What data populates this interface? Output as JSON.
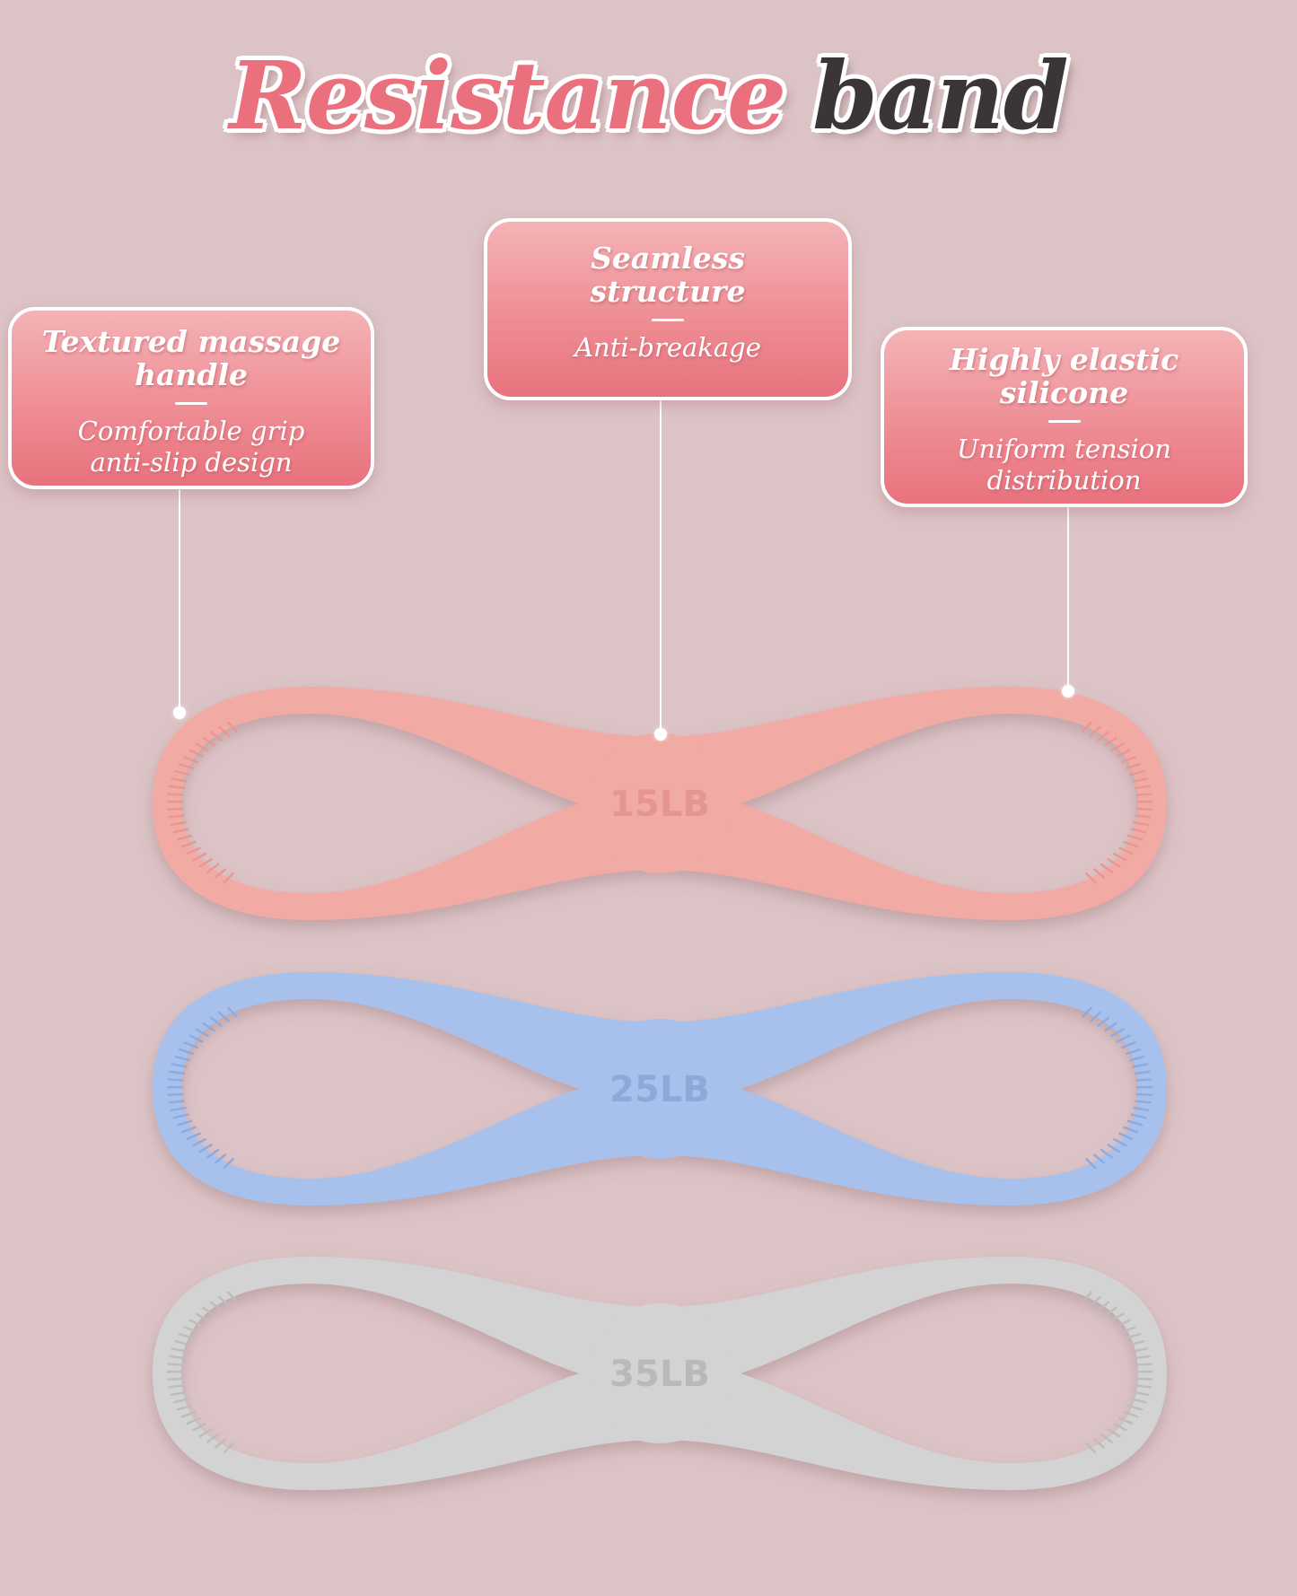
{
  "title": {
    "word1": "Resistance",
    "word2": "band"
  },
  "callouts": {
    "left": {
      "heading_line1": "Textured massage",
      "heading_line2": "handle",
      "sub_line1": "Comfortable grip",
      "sub_line2": "anti-slip design"
    },
    "middle": {
      "heading_line1": "Seamless",
      "heading_line2": "structure",
      "sub_line1": "Anti-breakage"
    },
    "right": {
      "heading_line1": "Highly elastic",
      "heading_line2": "silicone",
      "sub_line1": "Uniform tension",
      "sub_line2": "distribution"
    }
  },
  "bands": [
    {
      "label": "15LB",
      "color": "#f2aaa5",
      "texture": "#e89891",
      "text_color": "#e59690"
    },
    {
      "label": "25LB",
      "color": "#a8c0ec",
      "texture": "#8eaae0",
      "text_color": "#8fa8d8"
    },
    {
      "label": "35LB",
      "color": "#d3d3d3",
      "texture": "#bdbdbd",
      "text_color": "#b9b9b9"
    }
  ],
  "colors": {
    "background": "#dcc3c6",
    "accent_pink": "#e9707c",
    "dark_text": "#3b3538"
  }
}
